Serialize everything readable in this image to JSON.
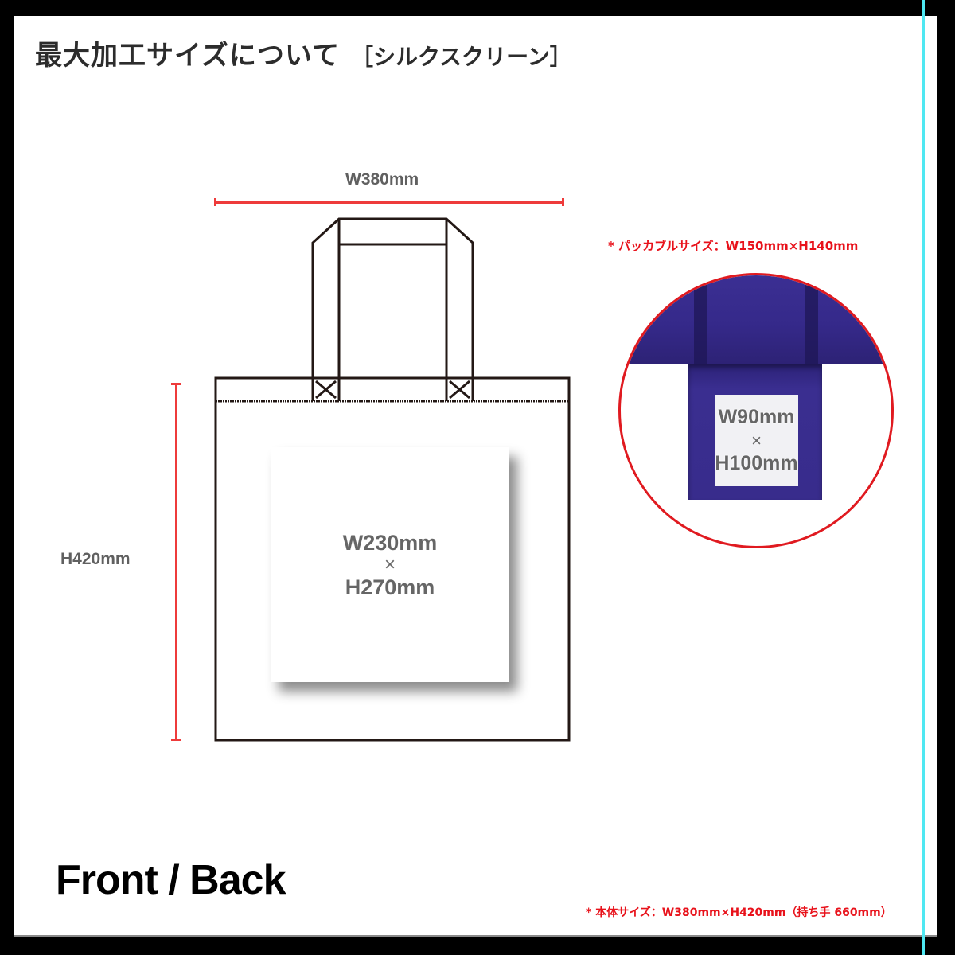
{
  "header": {
    "title": "最大加工サイズについて",
    "subtitle": "［シルクスクリーン］"
  },
  "bag_diagram": {
    "width_label": "W380mm",
    "height_label": "H420mm",
    "print_area": {
      "width": "W230mm",
      "times": "×",
      "height": "H270mm"
    },
    "line_color": "#ee3b3b",
    "outline_color": "#231815"
  },
  "packable": {
    "note": "* パッカブルサイズ：W150mm×H140mm",
    "print_area": {
      "width": "W90mm",
      "times": "×",
      "height": "H100mm"
    },
    "fabric_color": "#3a2e90",
    "circle_color": "#e01a20"
  },
  "footer": {
    "view_label": "Front / Back",
    "body_size_note": "* 本体サイズ：W380mm×H420mm（持ち手 660mm）"
  }
}
